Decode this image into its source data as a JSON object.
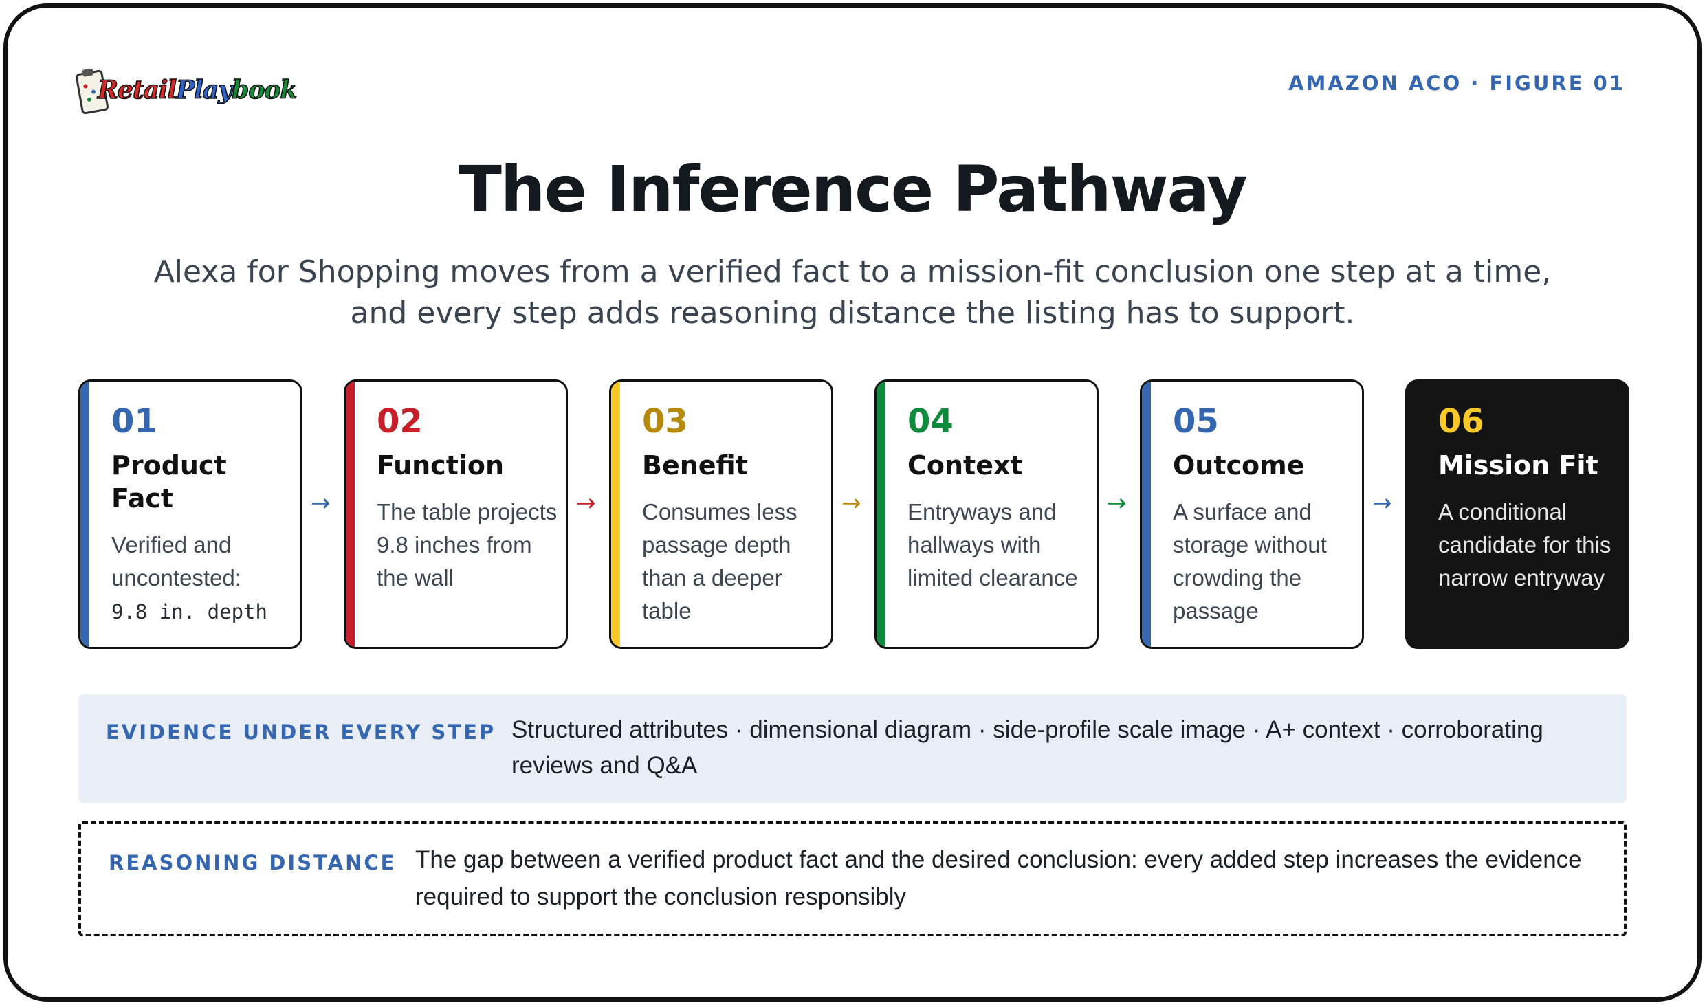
{
  "brand": {
    "logo_text": "RetailPlaybook",
    "logo_part1": "Retail",
    "logo_part2": "Play",
    "logo_part3": "book"
  },
  "figure_label": "AMAZON ACO · FIGURE 01",
  "title": "The Inference Pathway",
  "subtitle": "Alexa for Shopping moves from a verified fact to a mission-fit conclusion one step at a time, and every step adds reasoning distance the listing has to support.",
  "colors": {
    "blue": "#3566b0",
    "red": "#c8202a",
    "yellow": "#f8c928",
    "yellow_text": "#b78a0c",
    "green": "#0f8a3c",
    "dark": "#141414"
  },
  "steps": [
    {
      "num": "01",
      "name": "Product Fact",
      "desc": "Verified and uncontested:",
      "desc_mono": "9.8 in. depth",
      "color": "#3566b0",
      "num_color": "#3566b0"
    },
    {
      "num": "02",
      "name": "Function",
      "desc": "The table projects 9.8 inches from the wall",
      "color": "#c8202a",
      "num_color": "#c8202a"
    },
    {
      "num": "03",
      "name": "Benefit",
      "desc": "Consumes less passage depth than a deeper table",
      "color": "#f8c928",
      "num_color": "#b78a0c"
    },
    {
      "num": "04",
      "name": "Context",
      "desc": "Entryways and hallways with limited clearance",
      "color": "#0f8a3c",
      "num_color": "#0f8a3c"
    },
    {
      "num": "05",
      "name": "Outcome",
      "desc": "A surface and storage without crowding the passage",
      "color": "#3566b0",
      "num_color": "#3566b0"
    },
    {
      "num": "06",
      "name": "Mission Fit",
      "desc": "A conditional candidate for this narrow entryway",
      "color": "#f8c928",
      "num_color": "#f8c928"
    }
  ],
  "arrows": [
    {
      "glyph": "→",
      "color": "#3566b0"
    },
    {
      "glyph": "→",
      "color": "#c8202a"
    },
    {
      "glyph": "→",
      "color": "#b78a0c"
    },
    {
      "glyph": "→",
      "color": "#0f8a3c"
    },
    {
      "glyph": "→",
      "color": "#3566b0"
    }
  ],
  "evidence": {
    "label": "EVIDENCE UNDER EVERY STEP",
    "text": "Structured attributes · dimensional diagram · side-profile scale image · A+ context · corroborating reviews and Q&A"
  },
  "reasoning": {
    "label": "REASONING DISTANCE",
    "text": "The gap between a verified product fact and the desired conclusion: every added step increases the evidence required to support the conclusion responsibly"
  }
}
